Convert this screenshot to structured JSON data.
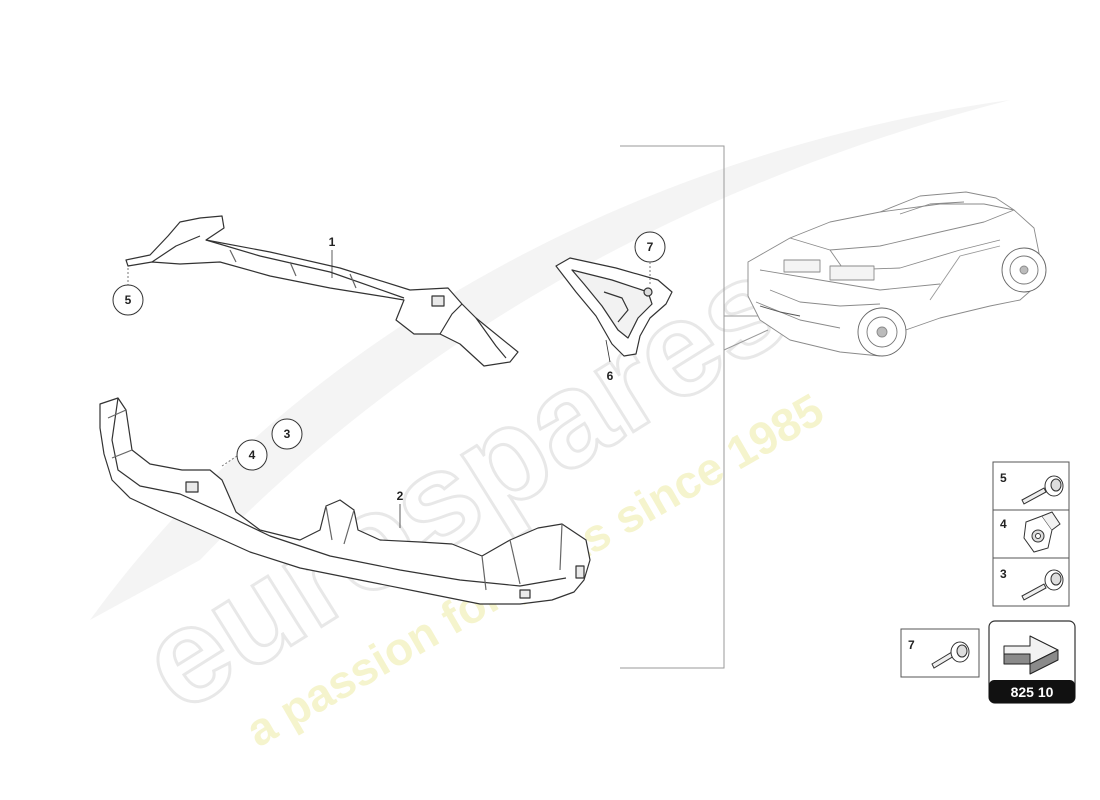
{
  "watermark": {
    "brand": "eurospares",
    "tagline": "a passion for parts since 1985"
  },
  "callouts": {
    "c5_top": "5",
    "c7": "7",
    "c4": "4",
    "c3": "3"
  },
  "part_labels": {
    "p1": "1",
    "p2": "2",
    "p6": "6"
  },
  "fastener_box": {
    "items": [
      {
        "number": "5",
        "icon": "screw-icon"
      },
      {
        "number": "4",
        "icon": "clip-nut-icon"
      },
      {
        "number": "3",
        "icon": "screw-icon"
      }
    ]
  },
  "fastener_single": {
    "number": "7",
    "icon": "screw-icon"
  },
  "page_badge": {
    "code": "825 10",
    "icon": "arrow-right-icon"
  }
}
